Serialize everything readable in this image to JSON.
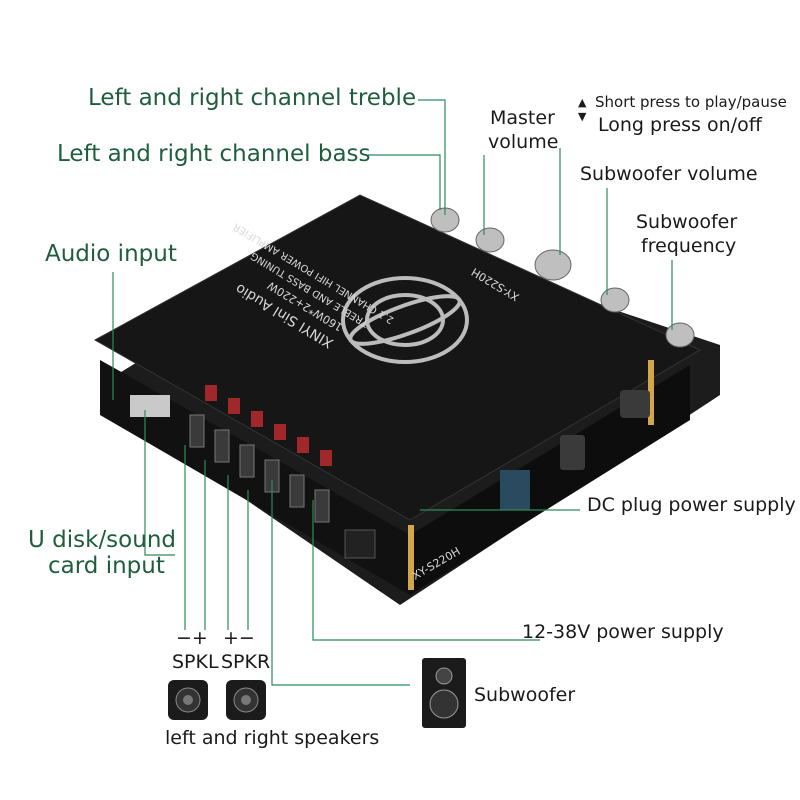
{
  "labels": {
    "treble": "Left and right channel treble",
    "bass": "Left and right channel bass",
    "master_volume_1": "Master",
    "master_volume_2": "volume",
    "short_press": "Short press to play/pause",
    "long_press": "Long press on/off",
    "subwoofer_volume": "Subwoofer volume",
    "subwoofer_frequency_1": "Subwoofer",
    "subwoofer_frequency_2": "frequency",
    "audio_input": "Audio input",
    "udisk_1": "U disk/sound",
    "udisk_2": "card input",
    "dc_plug": "DC plug power supply",
    "power_supply": "12-38V power supply",
    "subwoofer": "Subwoofer",
    "spkl_polarity": "−+",
    "spkr_polarity": "+−",
    "spkl": "SPKL",
    "spkr": "SPKR",
    "speakers": "left and right speakers"
  },
  "board_text": {
    "brand": "XINYI Sinl Audio",
    "power": "160W*2+220W",
    "treble_bass": "TREBLE AND BASS TUNING",
    "desc": "2.1 CHANNEL HIFI POWER AMPLIFIER",
    "model": "XY-S220H",
    "model2": "XY-S220H"
  },
  "colors": {
    "label": "#1f5e3c",
    "line": "#2d8a5a",
    "board": "#151515"
  }
}
